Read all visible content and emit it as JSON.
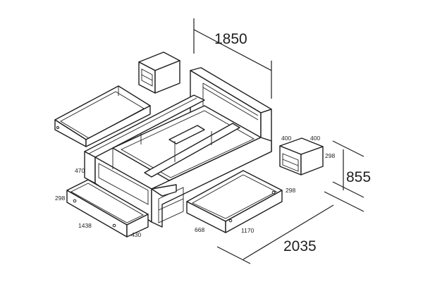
{
  "dimensions": {
    "bed_width": "1850",
    "bed_length": "2035",
    "nightstand_height": "855",
    "nightstand_width": "400",
    "nightstand_depth": "400",
    "nightstand_side": "298",
    "headboard_side_height": "470",
    "drawer_left_height": "298",
    "drawer_left_length": "1438",
    "drawer_left_depth": "430",
    "drawer_right_height": "298",
    "drawer_right_depth": "668",
    "drawer_right_length": "1170"
  }
}
